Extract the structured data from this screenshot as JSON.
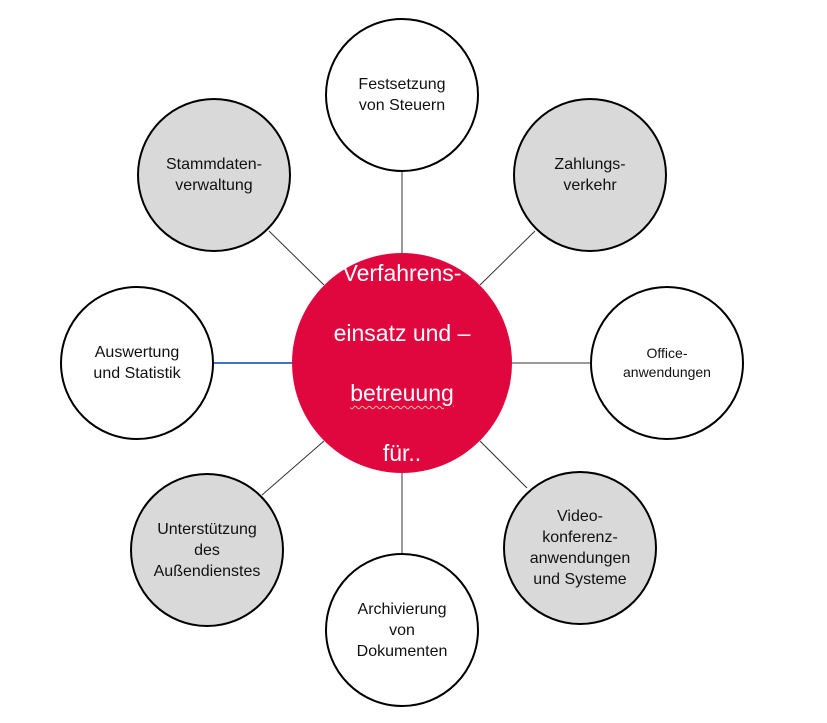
{
  "colors": {
    "center": "#e0073f",
    "grey": "#d9d9d9",
    "highlight_line": "#4472c4"
  },
  "center": {
    "line1": "Verfahrens-",
    "line2": "einsatz und –",
    "line3": "betreuung",
    "line4": "für.."
  },
  "nodes": [
    {
      "label": "Festsetzung\nvon Steuern"
    },
    {
      "label": "Zahlungs-\nverkehr"
    },
    {
      "label": "Office-\nanwendungen"
    },
    {
      "label": "Video-\nkonferenz-\nanwendungen\nund Systeme"
    },
    {
      "label": "Archivierung\nvon\nDokumenten"
    },
    {
      "label": "Unterstützung\ndes\nAußendienstes"
    },
    {
      "label": "Auswertung\nund Statistik"
    },
    {
      "label": "Stammdaten-\nverwaltung"
    }
  ]
}
